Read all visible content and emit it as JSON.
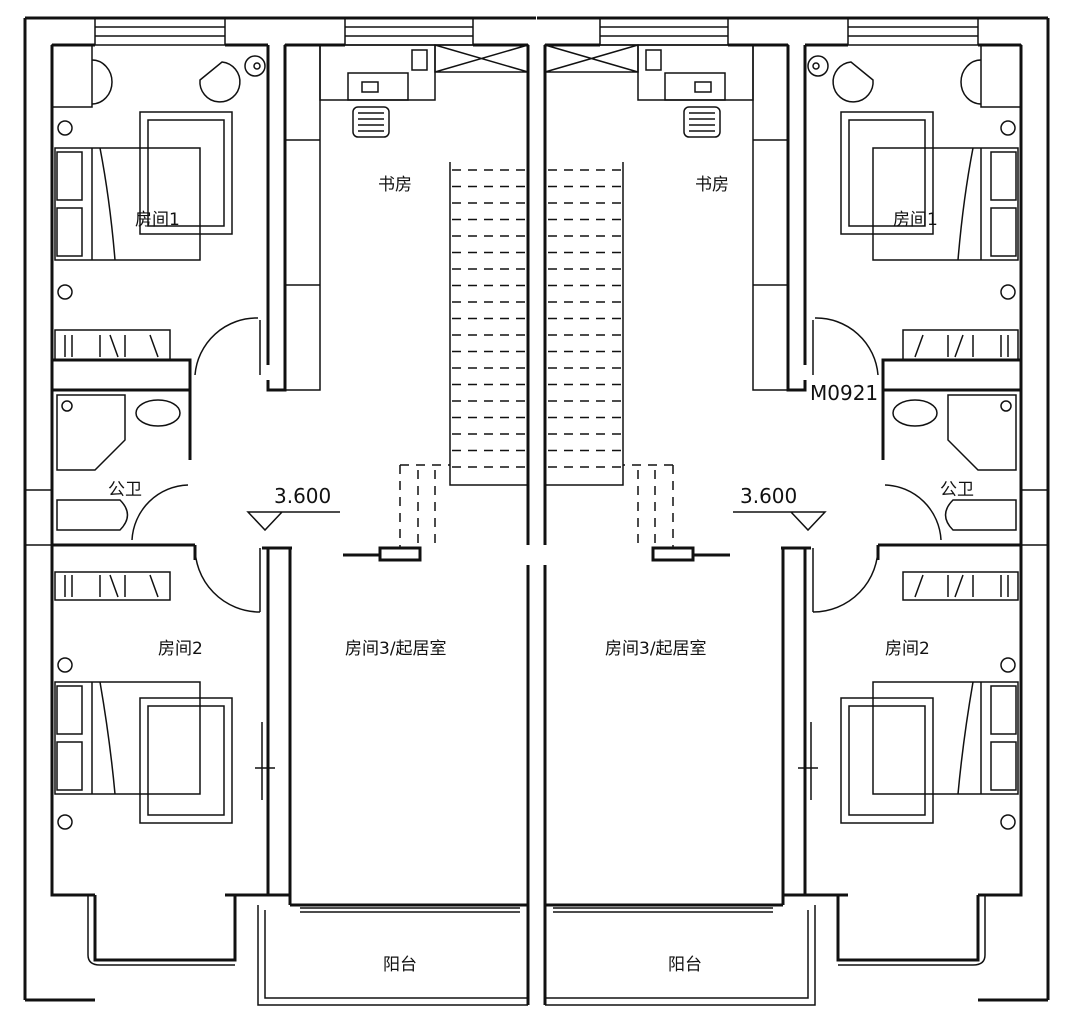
{
  "left_unit": {
    "bedroom1": "房间1",
    "study": "书房",
    "bathroom": "公卫",
    "elevation": "3.600",
    "bedroom2": "房间2",
    "living_room": "房间3/起居室",
    "balcony": "阳台"
  },
  "right_unit": {
    "bedroom1": "房间1",
    "study": "书房",
    "bathroom": "公卫",
    "elevation": "3.600",
    "bedroom2": "房间2",
    "living_room": "房间3/起居室",
    "balcony": "阳台",
    "door_code": "M0921"
  }
}
